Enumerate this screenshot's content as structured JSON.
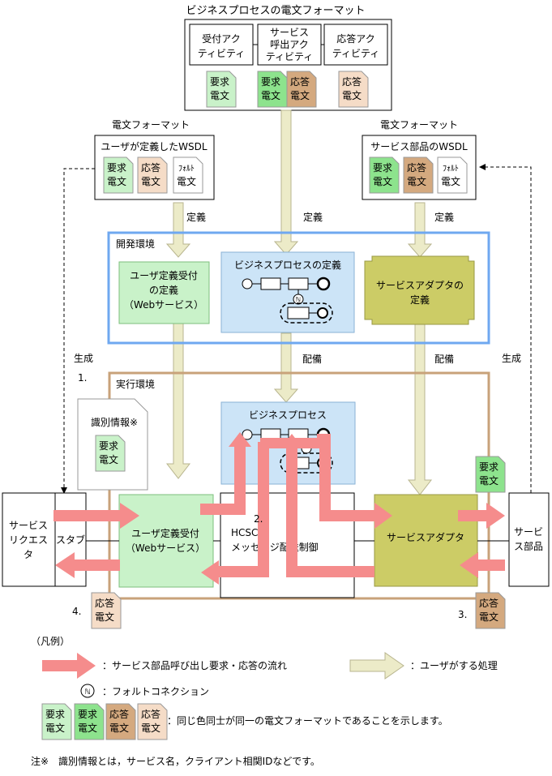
{
  "top": {
    "title": "ビジネスプロセスの電文フォーマット",
    "recv_activity": [
      "受付アク",
      "ティビティ"
    ],
    "svc_call_activity": [
      "サービス",
      "呼出アク",
      "ティビティ"
    ],
    "resp_activity": [
      "応答アク",
      "ティビティ"
    ]
  },
  "doc": {
    "request": [
      "要求",
      "電文"
    ],
    "response": [
      "応答",
      "電文"
    ],
    "fault": [
      "ﾌｫﾙﾄ",
      "電文"
    ]
  },
  "left_format": {
    "header": "電文フォーマット",
    "title": "ユーザが定義したWSDL"
  },
  "right_format": {
    "header": "電文フォーマット",
    "title": "サービス部品のWSDL"
  },
  "labels": {
    "define": "定義",
    "deploy": "配備",
    "generate": "生成",
    "dev_env": "開発環境",
    "run_env": "実行環境"
  },
  "dev": {
    "user_recv_def": [
      "ユーザ定義受付",
      "の定義",
      "（Webサービス）"
    ],
    "bp_def": "ビジネスプロセスの定義",
    "adapter_def": [
      "サービスアダプタの",
      "定義"
    ]
  },
  "run": {
    "bp": "ビジネスプロセス",
    "user_recv": [
      "ユーザ定義受付",
      "（Webサービス）"
    ],
    "hcsc": [
      "HCSC",
      "メッセージ配送制御"
    ],
    "adapter": "サービスアダプタ",
    "requester": [
      "サービス",
      "リクエス",
      "タ"
    ],
    "stub": "スタブ",
    "component": [
      "サービ",
      "ス部品"
    ]
  },
  "id_info": {
    "step": "1.",
    "title": "識別情報※"
  },
  "steps": {
    "s2": "2.",
    "s3": "3.",
    "s4": "4."
  },
  "legend": {
    "heading": "（凡例）",
    "flow": "：サービス部品呼び出し要求・応答の流れ",
    "user_process": "：ユーザがする処理",
    "fault_conn": "：フォルトコネクション",
    "same_color": "：同じ色同士が同一の電文フォーマットであることを示します。"
  },
  "note": "注※　識別情報とは，サービス名，クライアント相関IDなどです。",
  "colors": {
    "request_fill": "#8de38d",
    "request_fill_light": "#c9f2c9",
    "response_fill": "#d4a97f",
    "response_fill_light": "#f5dcc7",
    "flow_arrow": "#f58c8c",
    "user_arrow": "#ecebc8",
    "dev_border": "#6fa8f0",
    "run_border": "#c8a27a",
    "bp_fill": "#cce4f7",
    "user_recv_fill": "#c9f2c9",
    "adapter_fill": "#cccc66"
  }
}
